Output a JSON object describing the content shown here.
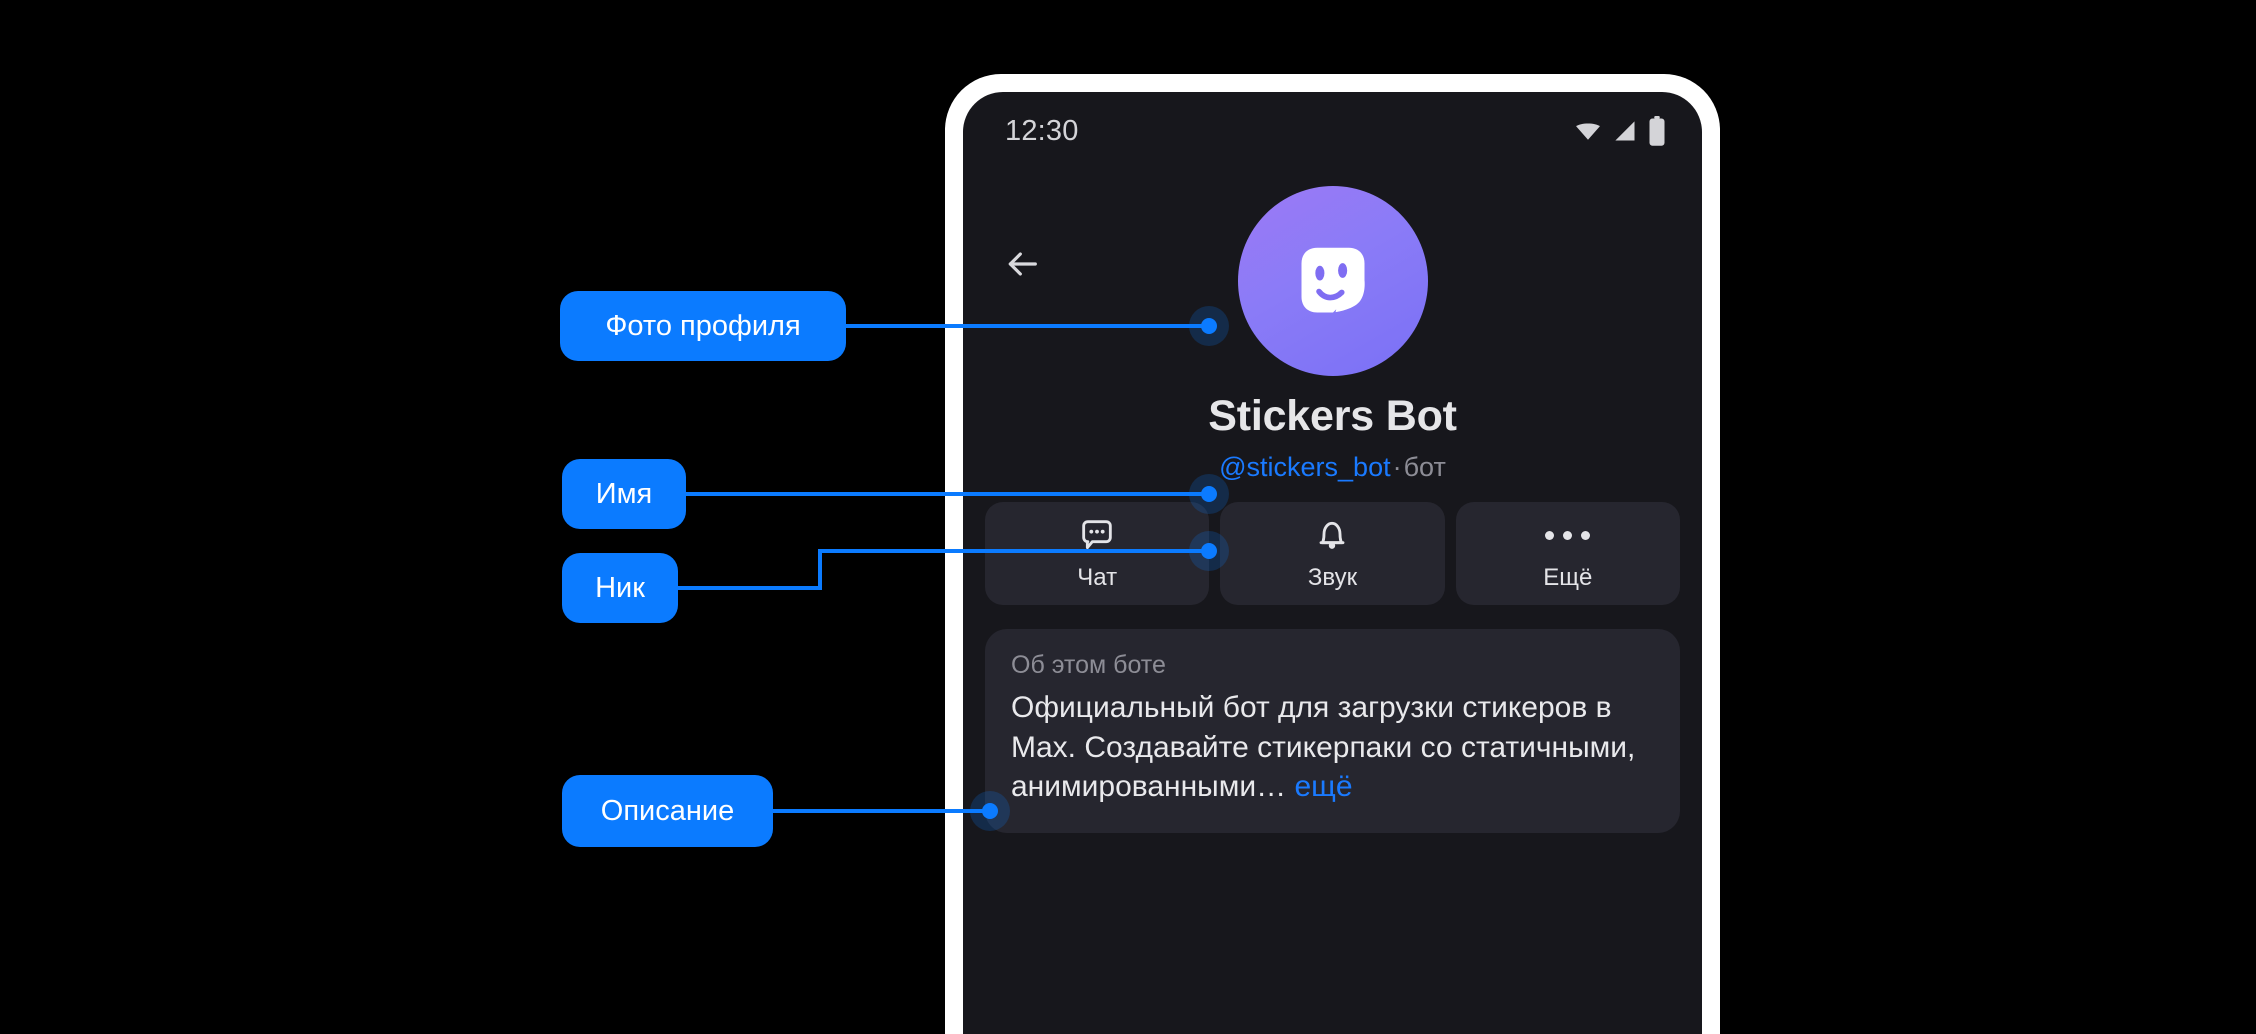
{
  "phone": {
    "status_bar": {
      "time": "12:30",
      "icons": [
        "wifi-icon",
        "cellular-signal-icon",
        "battery-icon"
      ]
    },
    "header": {
      "back_icon": "back-arrow-icon"
    },
    "profile": {
      "avatar_icon": "sticker-face-icon",
      "avatar_gradient_from": "#9c7af5",
      "avatar_gradient_to": "#7a70f5",
      "name": "Stickers Bot",
      "username": "@stickers_bot",
      "separator": "·",
      "kind": "бот"
    },
    "actions": [
      {
        "icon": "chat-bubble-icon",
        "label": "Чат"
      },
      {
        "icon": "bell-icon",
        "label": "Звук"
      },
      {
        "icon": "more-dots-icon",
        "label": "Ещё"
      }
    ],
    "about": {
      "title": "Об этом боте",
      "text": "Официальный бот для загрузки стикеров в Max. Создавайте стикерпаки со статичными, анимированными… ",
      "more_label": "ещё"
    }
  },
  "annotations": {
    "accent_color": "#0b7bff",
    "items": [
      {
        "id": "photo",
        "label": "Фото профиля"
      },
      {
        "id": "name",
        "label": "Имя"
      },
      {
        "id": "nick",
        "label": "Ник"
      },
      {
        "id": "desc",
        "label": "Описание"
      }
    ]
  }
}
